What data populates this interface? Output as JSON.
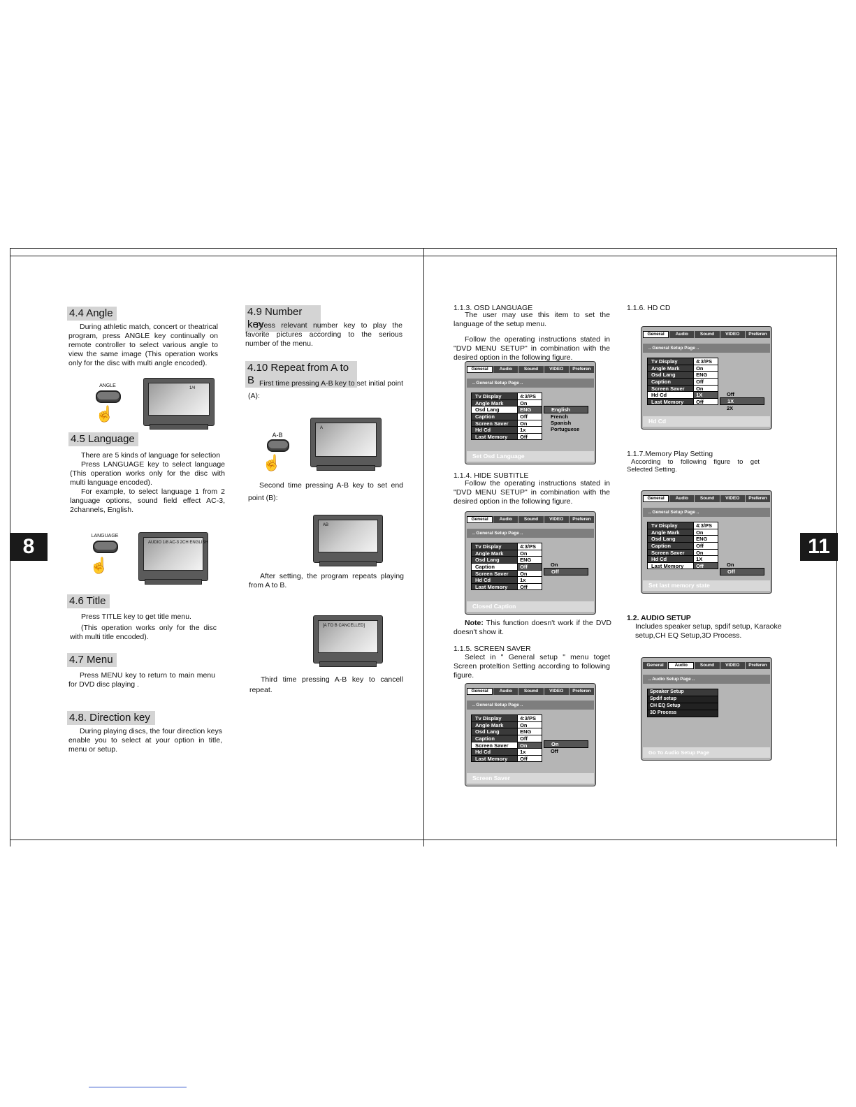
{
  "pages": {
    "left_number": "8",
    "right_number": "11"
  },
  "left": {
    "angle": {
      "title": "4.4  Angle",
      "text": "During athletic match, concert or theatrical program,  press ANGLE key continually on remote controller to select various angle to view the same image (This operation works only for the disc with multi angle encoded).",
      "key_label": "ANGLE",
      "tv_osd": "1/4"
    },
    "language": {
      "title": "4.5  Language",
      "text1": "There  are  5 kinds of language for selection",
      "text2": "Press  LANGUAGE  key  to select language (This operation works only for the disc with multi language  encoded).",
      "text3": "For  example,  to  select  language 1  from 2 language  options,  sound  field  effect  AC-3, 2channels, English.",
      "key_label": "LANGUAGE",
      "tv_osd": "AUDIO 1/8 AC-3 2CH ENGLISH"
    },
    "title_sec": {
      "title": "4.6  Title",
      "text1": "Press TITLE  key to get title menu.",
      "text2": "(This  operation  works  only  for the disc with multi  title encoded)."
    },
    "menu_sec": {
      "title": "4.7  Menu",
      "text": "Press MENU  key to return to main menu for DVD  disc playing ."
    },
    "direction": {
      "title": "4.8.  Direction key",
      "text": "During playing discs, the four direction keys enable  you  to  select  at  your  option in title, menu or setup."
    },
    "number": {
      "title": "4.9  Number key",
      "text": "Press relevant number key to play the favorite pictures  according  to the serious number of the menu."
    },
    "repeat": {
      "title": "4.10  Repeat from A to B",
      "text1": "First time pressing A-B key to set initial point (A):",
      "key_label": "A-B",
      "tv1_osd": "A",
      "text2": "Second  time  pressing  A-B  key  to set end point (B):",
      "tv2_osd": "AB",
      "text3": "After  setting,  the  program  repeats playing from A to B.",
      "tv3_osd": "[A TO B CANCELLED]",
      "text4": "Third    time   pressing  A-B  key  to  cancell repeat."
    }
  },
  "right": {
    "osd_language": {
      "heading": "1.1.3. OSD  LANGUAGE",
      "text1": "The  user may use this item to set the language of the setup menu.",
      "text2": "Follow the operating instructions stated in \"DVD MENU  SETUP\"  in  combination  with  the  desired option in the following figure."
    },
    "hide_subtitle": {
      "heading": "1.1.4. HIDE SUBTITLE",
      "text": "Follow the operating instructions stated in \"DVD MENU  SETUP\"  in  combination  with  the  desired option in the following figure.",
      "note_label": "Note:",
      "note_text": " This   function  doesn't  work  if  the  DVD doesn't show it."
    },
    "screen_saver": {
      "heading": "1.1.5. SCREEN SAVER",
      "text": "Select in  \" General setup \" menu toget Screen proteltion Setting according to  following figure."
    },
    "hd_cd": {
      "heading": "1.1.6. HD CD"
    },
    "memory_play": {
      "heading": "1.1.7.Memory  Play  Setting",
      "text": "According to following figure to get Selected Setting."
    },
    "audio_setup": {
      "heading": "1.2. AUDIO SETUP",
      "text": "Includes speaker setup, spdif setup, Karaoke setup,CH EQ Setup,3D Process."
    }
  },
  "menus": {
    "tabs": [
      "General",
      "Audio",
      "Sound",
      "VIDEO",
      "Preferen"
    ],
    "general_header": "..  General  Setup  Page  ..",
    "audio_header": "..   Audio  Setup  Page  ..",
    "item_labels": [
      "Tv  Display",
      "Angle Mark",
      "Osd  Lang",
      "Caption",
      "Screen Saver",
      "Hd Cd",
      "Last  Memory"
    ],
    "osd": {
      "values": [
        "4:3/PS",
        "On",
        "ENG",
        "Off",
        "On",
        "1x",
        "Off"
      ],
      "options": [
        "English",
        "French",
        "Spanish",
        "Portuguese"
      ],
      "footer": "Set  Osd Language"
    },
    "caption": {
      "values": [
        "4:3/PS",
        "On",
        "ENG",
        "Off",
        "On",
        "1x",
        "Off"
      ],
      "options": [
        "On",
        "Off"
      ],
      "footer": "Closed Caption"
    },
    "screensaver": {
      "values": [
        "4:3/PS",
        "On",
        "ENG",
        "Off",
        "On",
        "1x",
        "Off"
      ],
      "options": [
        "On",
        "Off"
      ],
      "footer": "Screen Saver"
    },
    "hdcd": {
      "values": [
        "4:3/PS",
        "On",
        "ENG",
        "Off",
        "On",
        "1X",
        "Off"
      ],
      "options": [
        "Off",
        "1X",
        "2X"
      ],
      "footer": "Hd Cd"
    },
    "memory": {
      "values": [
        "4:3/PS",
        "On",
        "ENG",
        "Off",
        "On",
        "1X",
        "Off"
      ],
      "options": [
        "On",
        "Off"
      ],
      "footer": "Set last memory  state"
    },
    "audio": {
      "items": [
        "Speaker Setup",
        "Spdif setup",
        "CH EQ Setup",
        "3D Process"
      ],
      "footer": "Go To Audio Setup Page"
    }
  }
}
